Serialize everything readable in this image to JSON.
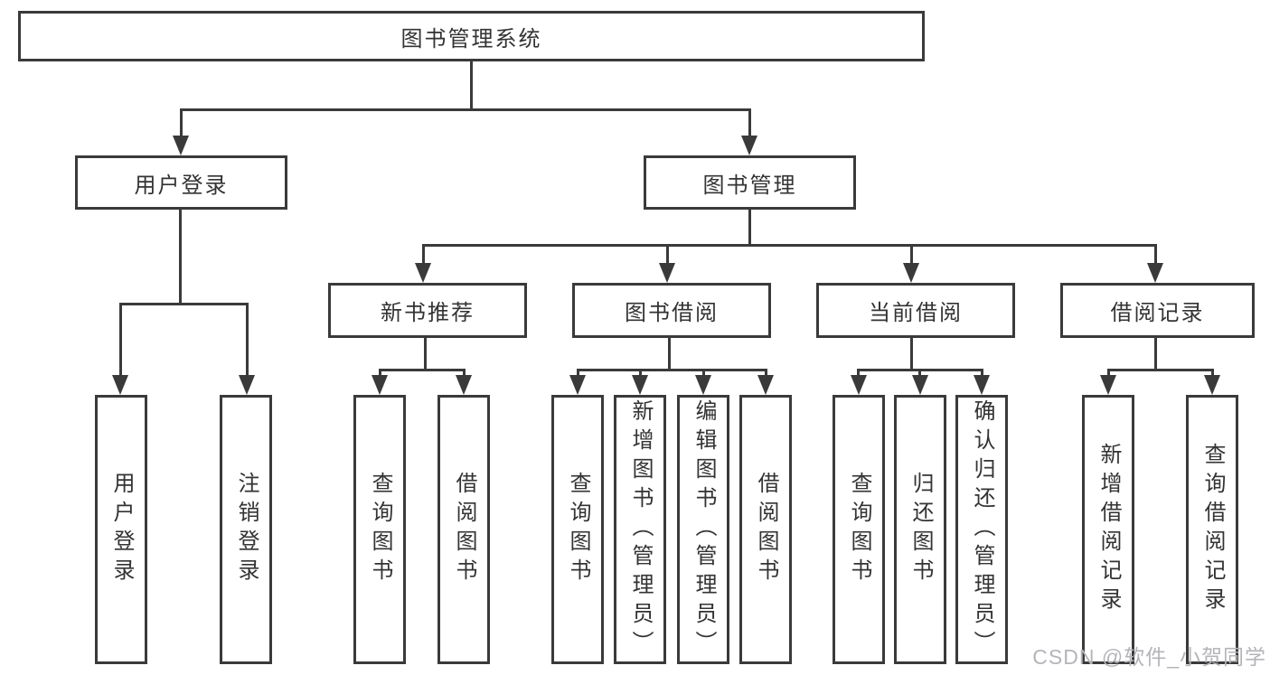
{
  "diagram": {
    "root": {
      "label": "图书管理系统"
    },
    "branches": [
      {
        "label": "用户登录",
        "children": [
          {
            "label": "用户登录"
          },
          {
            "label": "注销登录"
          }
        ]
      },
      {
        "label": "图书管理",
        "children": [
          {
            "label": "新书推荐",
            "children": [
              {
                "label": "查询图书"
              },
              {
                "label": "借阅图书"
              }
            ]
          },
          {
            "label": "图书借阅",
            "children": [
              {
                "label": "查询图书"
              },
              {
                "label": "新增图书（管理员）"
              },
              {
                "label": "编辑图书（管理员）"
              },
              {
                "label": "借阅图书"
              }
            ]
          },
          {
            "label": "当前借阅",
            "children": [
              {
                "label": "查询图书"
              },
              {
                "label": "归还图书"
              },
              {
                "label": "确认归还（管理员）"
              }
            ]
          },
          {
            "label": "借阅记录",
            "children": [
              {
                "label": "新增借阅记录"
              },
              {
                "label": "查询借阅记录"
              }
            ]
          }
        ]
      }
    ]
  },
  "watermark": {
    "text": "CSDN @软件_小贺同学"
  },
  "colors": {
    "line": "#3a3a3a",
    "text": "#333333",
    "box_background": "#ffffff",
    "watermark": "#b4b4b9"
  }
}
